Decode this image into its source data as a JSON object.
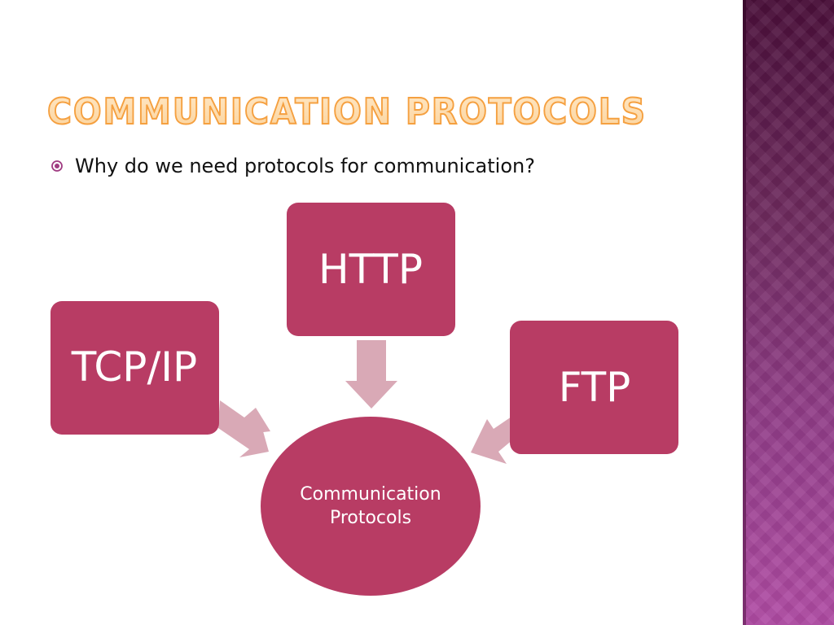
{
  "slide": {
    "title": "Communication Protocols",
    "bullets": [
      "Why do we need protocols for communication?"
    ]
  },
  "diagram": {
    "nodes": [
      {
        "id": "tcpip",
        "label": "TCP/IP"
      },
      {
        "id": "http",
        "label": "HTTP"
      },
      {
        "id": "ftp",
        "label": "FTP"
      }
    ],
    "hub": {
      "line1": "Communication",
      "line2": "Protocols"
    }
  },
  "colors": {
    "box_fill": "#b83c64",
    "arrow_fill": "#d9a9b6",
    "title_orange": "#f5a040",
    "title_orange_light": "#fbd39c",
    "bullet": "#a03c82",
    "band_top": "#4a0f3a",
    "band_bottom": "#b04ba4"
  },
  "icons": {
    "bullet": "circle-dot-icon"
  }
}
